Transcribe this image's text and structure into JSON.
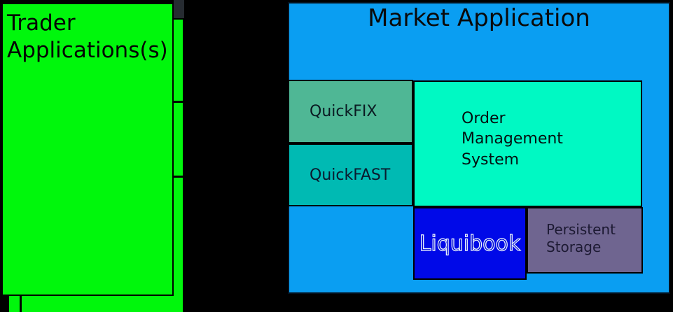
{
  "diagram": {
    "trader": {
      "label": "Trader Applications(s)"
    },
    "market": {
      "title": "Market Application",
      "quickfix_label": "QuickFIX",
      "quickfast_label": "QuickFAST",
      "oms_label": "Order Management System",
      "liquibook_label": "Liquibook",
      "persistent_label": "Persistent Storage"
    },
    "connectors": [
      {
        "name": "trader-to-quickfix",
        "orientation": "horizontal"
      },
      {
        "name": "trader-to-quickfast",
        "orientation": "horizontal"
      },
      {
        "name": "trader-bottom-stub",
        "orientation": "vertical"
      }
    ],
    "colors": {
      "background": "#000000",
      "trader_green": "#00f70c",
      "market_blue": "#0a9ef2",
      "quickfix_fill": "#4fb795",
      "quickfast_fill": "#00bab3",
      "oms_fill": "#00f9c3",
      "liquibook_fill": "#0009e8",
      "persistent_fill": "#6f6590",
      "connector": "#000000"
    }
  }
}
